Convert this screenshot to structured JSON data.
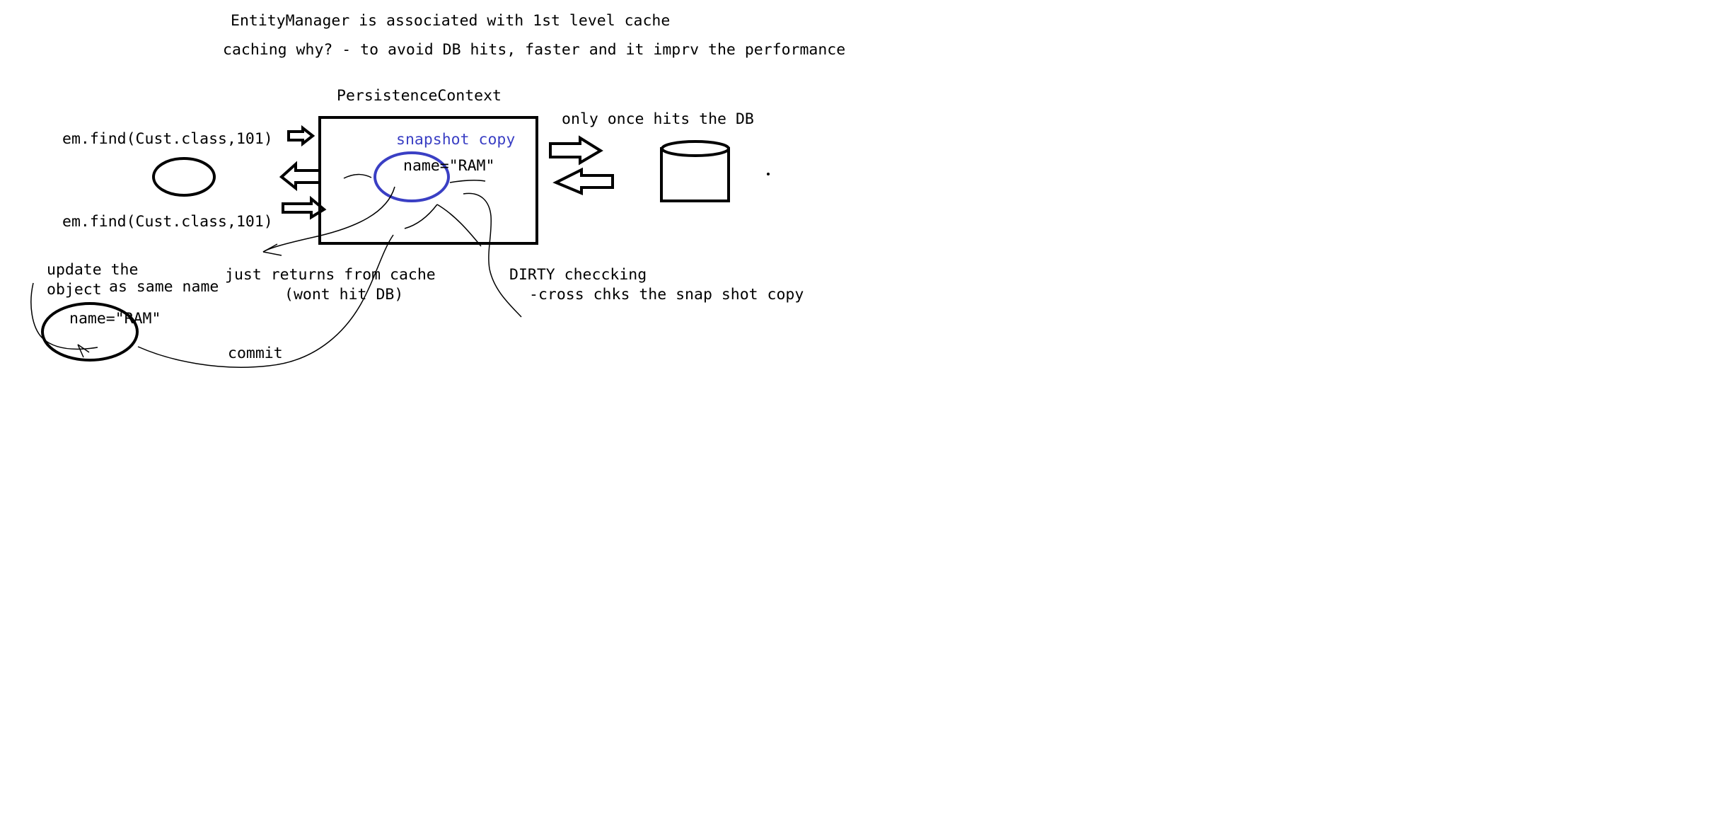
{
  "notes": {
    "em_cache": "EntityManager is associated with 1st level cache",
    "caching_why": "caching why? - to avoid DB hits, faster and it imprv the performance"
  },
  "persistence": {
    "title": "PersistenceContext",
    "snapshot_label": "snapshot copy",
    "cached_value": "name=\"RAM\"",
    "db_note": "only once hits the DB"
  },
  "calls": {
    "find_first": "em.find(Cust.class,101)",
    "find_second": "em.find(Cust.class,101)",
    "cache_return_line1": "just returns from cache",
    "cache_return_line2": "(wont hit DB)"
  },
  "update": {
    "line1": "update the",
    "line2": "object",
    "line2_suffix": "as same name",
    "object_value": "name=\"RAM\"",
    "commit_label": "commit"
  },
  "dirty": {
    "title": "DIRTY checcking",
    "description": "-cross chks the snap shot copy"
  },
  "colors": {
    "ink": "#000000",
    "snapshot_blue": "#3a3fc4",
    "background": "#ffffff"
  }
}
